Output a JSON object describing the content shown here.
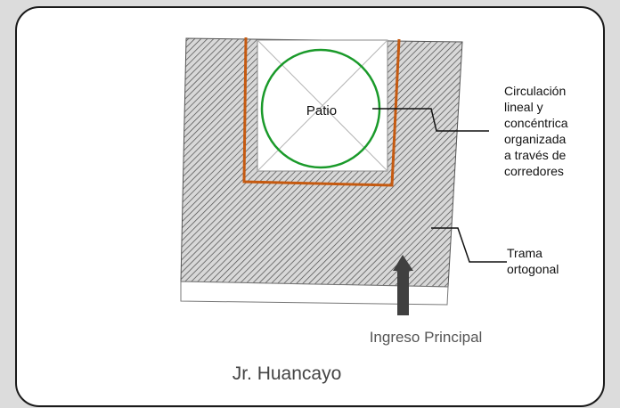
{
  "diagram": {
    "center_label": "Patio",
    "annotation_circulation": [
      "Circulación",
      "lineal y",
      "concéntrica",
      "organizada",
      "a través de",
      "corredores"
    ],
    "annotation_grid": [
      "Trama",
      "ortogonal"
    ],
    "entrance_label": "Ingreso Principal",
    "street_label": "Jr. Huancayo"
  },
  "colors": {
    "circulation_path": "#c55a11",
    "patio_circle": "#1a9a2a",
    "hatch_fill": "#9a9a9a",
    "arrow": "#404040"
  }
}
